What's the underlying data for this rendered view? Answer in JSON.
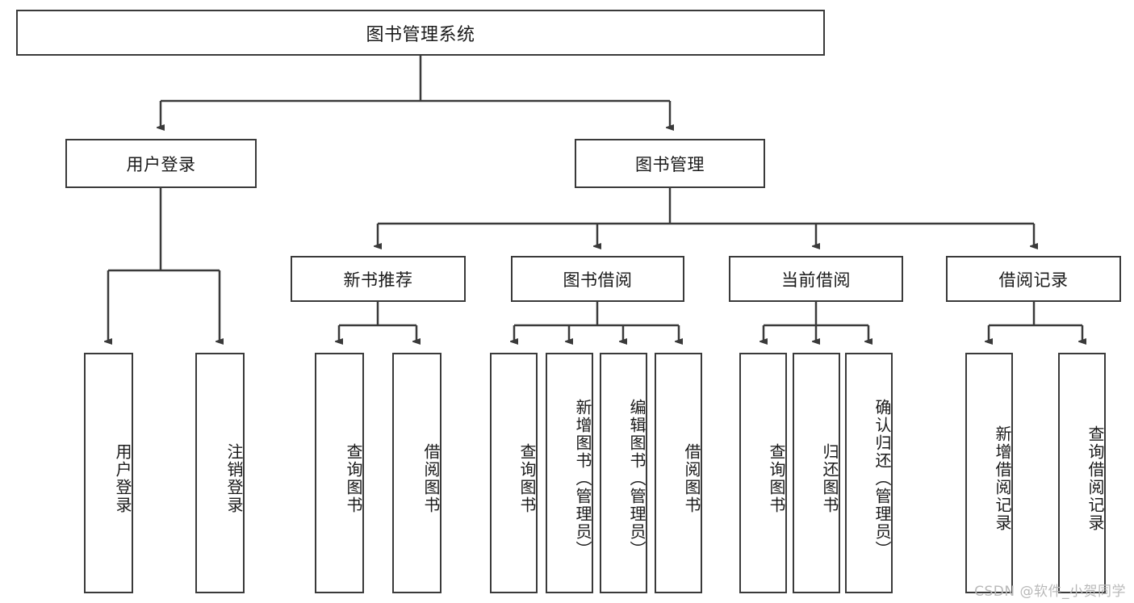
{
  "diagram": {
    "title": "图书管理系统",
    "type": "tree",
    "watermark": "CSDN @软件_小贺同学",
    "colors": {
      "background": "#ffffff",
      "border": "#3a3a3a",
      "connector": "#3a3a3a",
      "text": "#1a1a1a",
      "watermark": "#b9b9b9"
    },
    "root": {
      "label": "图书管理系统"
    },
    "level2": [
      {
        "label": "用户登录"
      },
      {
        "label": "图书管理"
      }
    ],
    "level3": [
      {
        "label": "新书推荐"
      },
      {
        "label": "图书借阅"
      },
      {
        "label": "当前借阅"
      },
      {
        "label": "借阅记录"
      }
    ],
    "leaves": {
      "user_login": [
        {
          "label": "用户登录"
        },
        {
          "label": "注销登录"
        }
      ],
      "new_book_recommend": [
        {
          "label": "查询图书"
        },
        {
          "label": "借阅图书"
        }
      ],
      "book_borrow": [
        {
          "label": "查询图书"
        },
        {
          "label": "新增图书（管理员）"
        },
        {
          "label": "编辑图书（管理员）"
        },
        {
          "label": "借阅图书"
        }
      ],
      "current_borrow": [
        {
          "label": "查询图书"
        },
        {
          "label": "归还图书"
        },
        {
          "label": "确认归还（管理员）"
        }
      ],
      "borrow_record": [
        {
          "label": "新增借阅记录"
        },
        {
          "label": "查询借阅记录"
        }
      ]
    }
  }
}
